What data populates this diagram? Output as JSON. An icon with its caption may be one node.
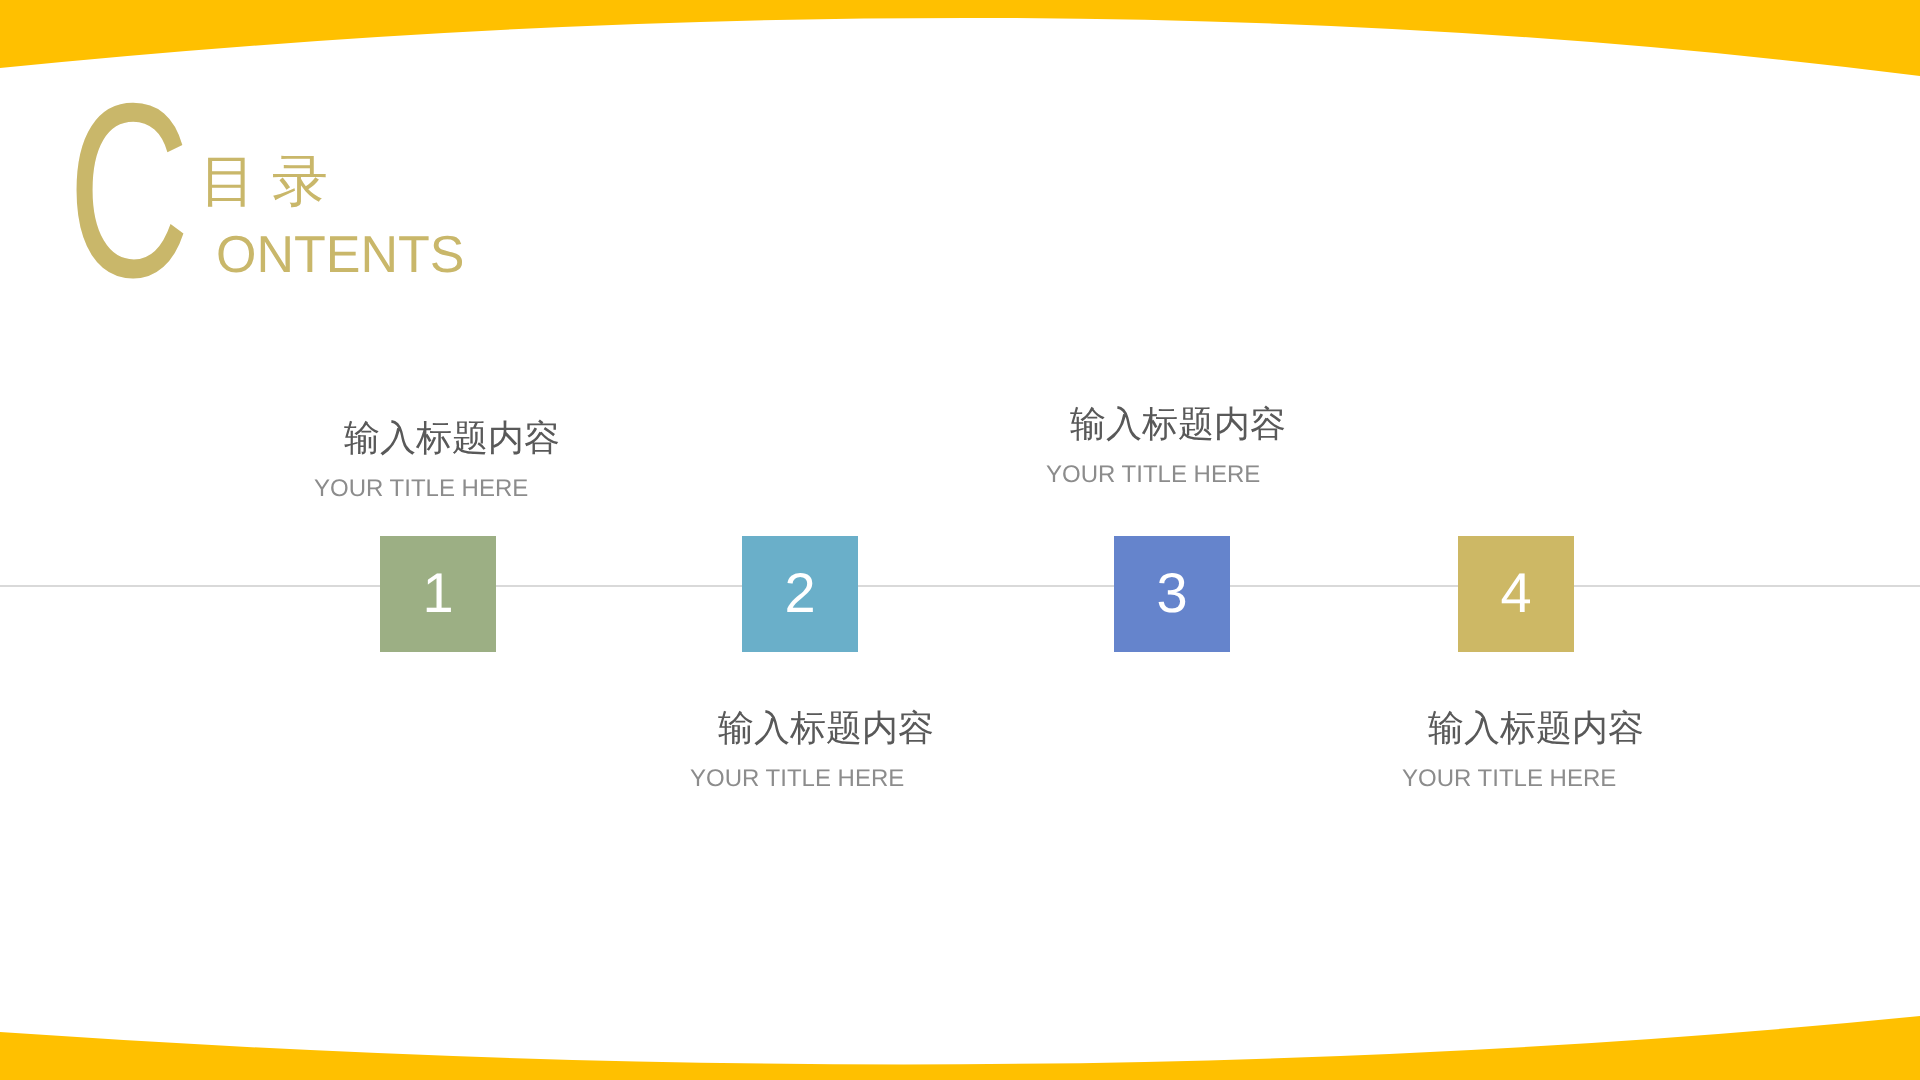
{
  "diagram": {
    "title": "目 录",
    "nodes": [
      {
        "text": [
          "1"
        ],
        "beside": [
          "输入标题内容",
          "YOUR TITLE HERE"
        ]
      },
      {
        "text": [
          "2"
        ],
        "beside": [
          "输入标题内容",
          "YOUR TITLE HERE"
        ]
      },
      {
        "text": [
          "3"
        ],
        "beside": [
          "输入标题内容",
          "YOUR TITLE HERE"
        ]
      },
      {
        "text": [
          "4"
        ],
        "beside": [
          "输入标题内容",
          "YOUR TITLE HERE"
        ]
      }
    ],
    "labels": [
      "C",
      "ONTENTS"
    ]
  }
}
